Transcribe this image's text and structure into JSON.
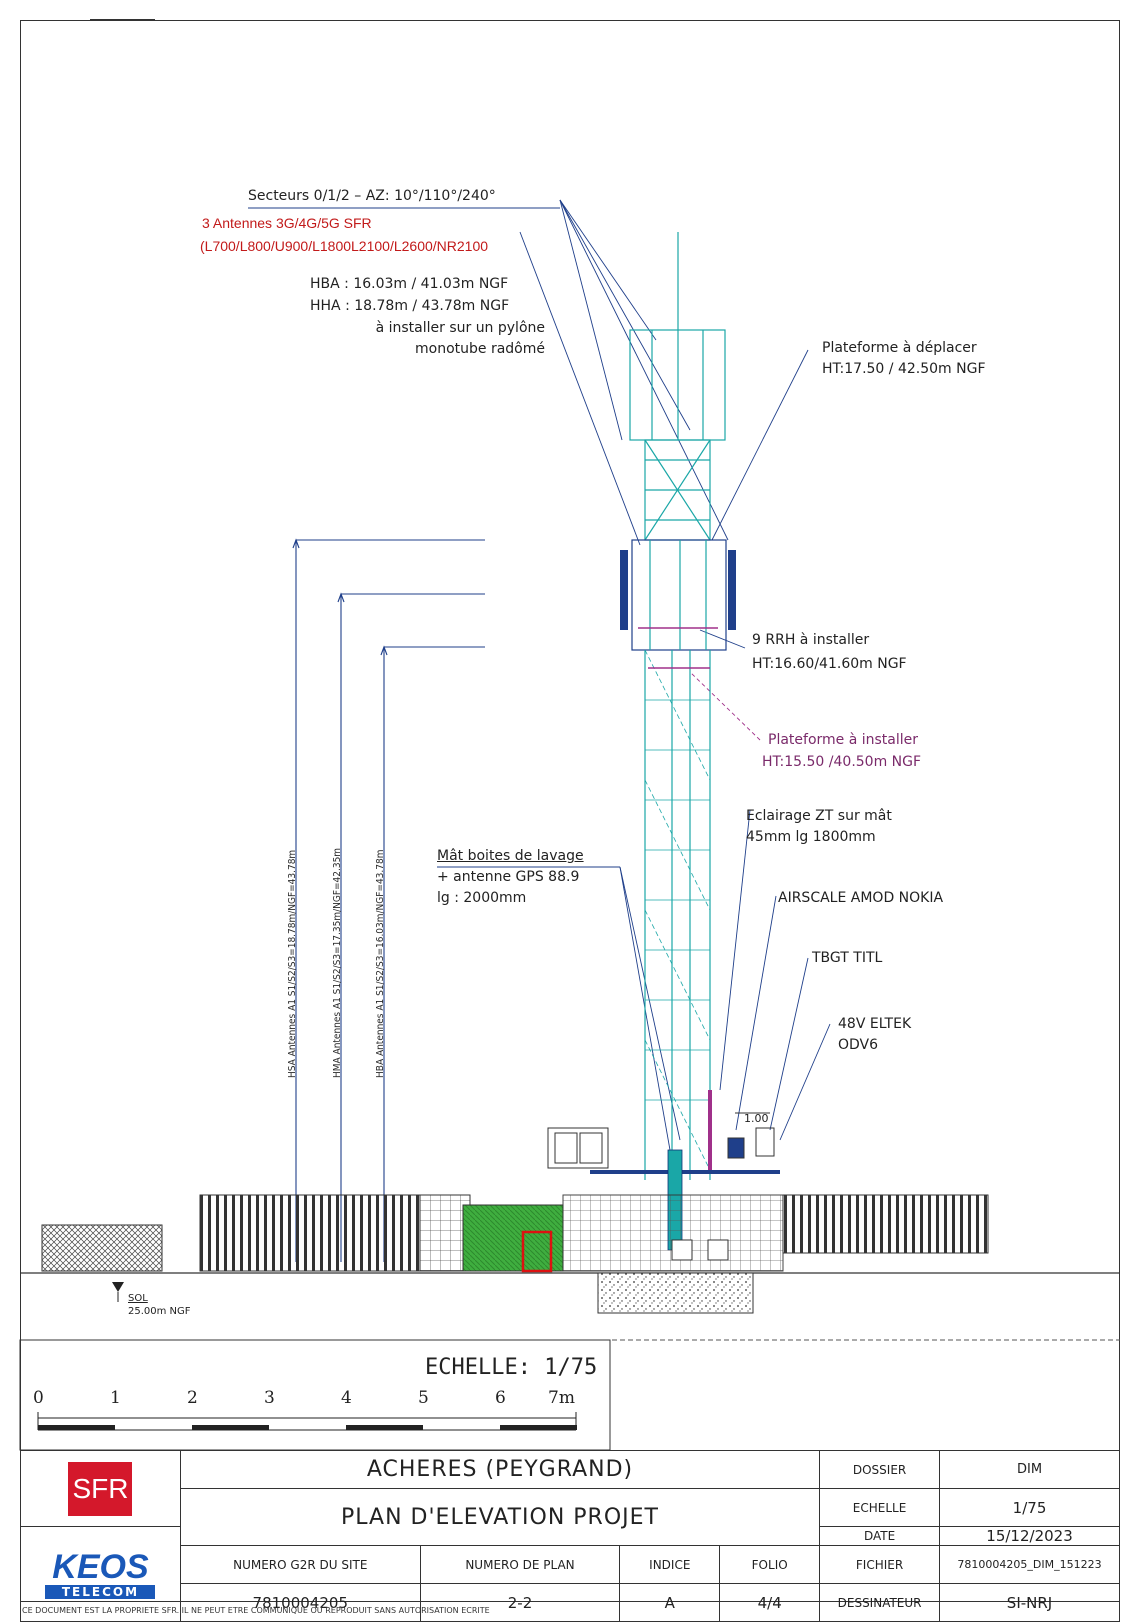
{
  "labels": {
    "sectors": "Secteurs  0/1/2  –  AZ:  10°/110°/240°",
    "antennas_line1": "3 Antennes 3G/4G/5G SFR",
    "antennas_line2": "(L700/L800/U900/L1800L2100/L2600/NR2100",
    "hba": "HBA  :  16.03m  /  41.03m  NGF",
    "hha": "HHA  :  18.78m  /  43.78m  NGF",
    "install_line1": "à  installer  sur  un  pylône",
    "install_line2": "monotube  radômé",
    "platform_move_line1": "Plateforme  à  déplacer",
    "platform_move_line2": "HT:17.50  /  42.50m  NGF",
    "rrh_line1": "9  RRH  à  installer",
    "rrh_line2": "HT:16.60/41.60m  NGF",
    "platform_install_line1": "Plateforme  à  installer",
    "platform_install_line2": "HT:15.50  /40.50m  NGF",
    "lighting_line1": "Eclairage  ZT  sur  mât",
    "lighting_line2": "45mm  lg  1800mm",
    "mast_line1": "Mât  boites  de  lavage",
    "mast_line2": "+  antenne  GPS  88.9",
    "mast_line3": "lg  :  2000mm",
    "airscale": "AIRSCALE  AMOD  NOKIA",
    "tbgt": "TBGT  TITL",
    "eltek_line1": "48V  ELTEK",
    "eltek_line2": "ODV6",
    "dim_100": "1.00",
    "sol": "SOL",
    "sol_ngf": "25.00m  NGF",
    "dim_hsa": "HSA Antennes A1 S1/S2/S3=18.78m/NGF=43.78m",
    "dim_hma": "HMA Antennes A1 S1/S2/S3=17.35m/NGF=42.35m",
    "dim_hba": "HBA Antennes A1 S1/S2/S3=16.03m/NGF=43.78m"
  },
  "scale": {
    "title": "ECHELLE:  1/75",
    "ticks": [
      "0",
      "1",
      "2",
      "3",
      "4",
      "5",
      "6",
      "7m"
    ]
  },
  "title_block": {
    "logo_top": "SFR",
    "logo_keos": "KEOS",
    "logo_telecom": "TELECOM",
    "project": "ACHERES    (PEYGRAND)",
    "plan_title": "PLAN  D'ELEVATION  PROJET",
    "col_site": "NUMERO G2R DU SITE",
    "col_plan": "NUMERO DE PLAN",
    "col_indice": "INDICE",
    "col_folio": "FOLIO",
    "val_site": "7810004205",
    "val_plan": "2-2",
    "val_indice": "A",
    "val_folio": "4/4",
    "k_dossier": "DOSSIER",
    "v_dossier": "DIM",
    "k_echelle": "ECHELLE",
    "v_echelle": "1/75",
    "k_date": "DATE",
    "v_date": "15/12/2023",
    "k_fichier": "FICHIER",
    "v_fichier": "7810004205_DIM_151223",
    "k_dessinateur": "DESSINATEUR",
    "v_dessinateur": "SI-NRJ"
  },
  "footer": "CE DOCUMENT EST LA PROPRIETE SFR. IL NE PEUT ETRE COMMUNIQUE OU REPRODUIT SANS AUTORISATION ECRITE",
  "colors": {
    "tower": "#1aa7a7",
    "dimension": "#1f3f8a",
    "red_text": "#c21a1a",
    "magenta": "#a0308a",
    "sfr_red": "#d4182b",
    "keos_blue": "#1a58b8"
  }
}
